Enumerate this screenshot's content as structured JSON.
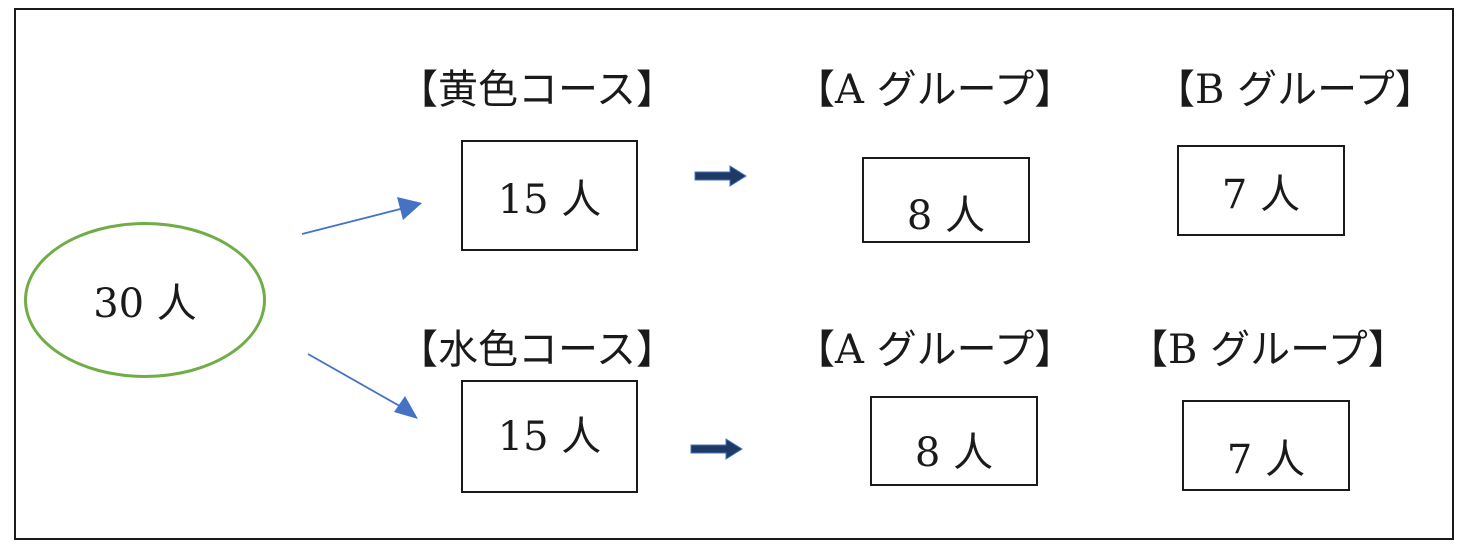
{
  "total": {
    "label": "30 人"
  },
  "courses": [
    {
      "name": "【黄色コース】",
      "count": "15 人",
      "groups": [
        {
          "name": "【A グループ】",
          "count": "8 人"
        },
        {
          "name": "【B グループ】",
          "count": "7 人"
        }
      ]
    },
    {
      "name": "【水色コース】",
      "count": "15 人",
      "groups": [
        {
          "name": "【A グループ】",
          "count": "8 人"
        },
        {
          "name": "【B グループ】",
          "count": "7 人"
        }
      ]
    }
  ],
  "colors": {
    "ellipse_stroke": "#70ad47",
    "thin_arrow": "#4472c4",
    "block_arrow_fill": "#1f3864",
    "block_arrow_edge": "#4472c4"
  }
}
